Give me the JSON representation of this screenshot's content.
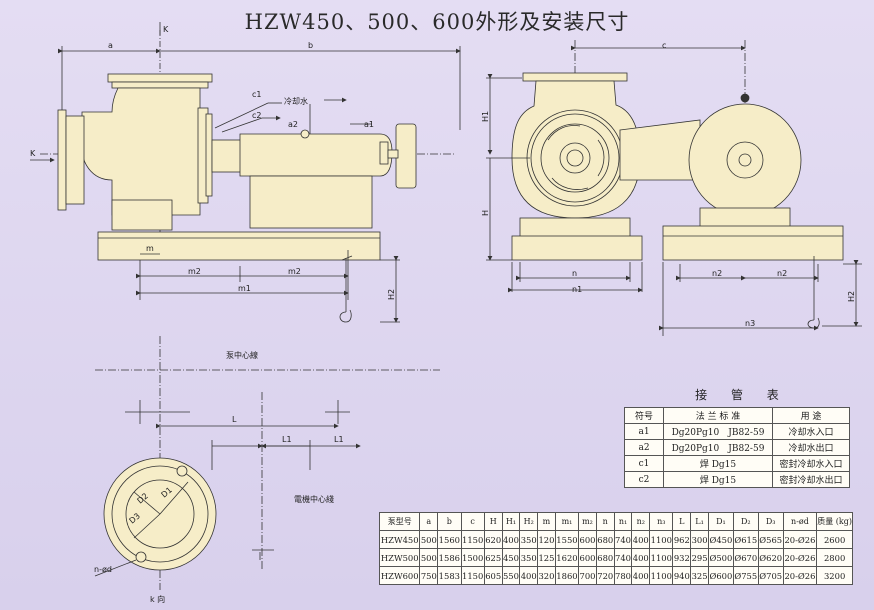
{
  "title": "HZW450、500、600外形及安装尺寸",
  "labels": {
    "a": "a",
    "b": "b",
    "c": "c",
    "k_top": "K",
    "k_left": "K",
    "c1": "c1",
    "c2": "c2",
    "a2": "a2",
    "a1": "a1",
    "cooling_water": "冷却水",
    "m": "m",
    "m1": "m1",
    "m2": "m2",
    "H2": "H2",
    "H1": "H1",
    "H": "H",
    "n": "n",
    "n1": "n1",
    "n2": "n2",
    "n3": "n3",
    "pump_center": "泵中心線",
    "motor_center": "電機中心綫",
    "L": "L",
    "L1": "L1",
    "D1": "D1",
    "D2": "D2",
    "D3": "D3",
    "n_od": "n-ød",
    "k_view": "k 向"
  },
  "pipe_table": {
    "title": "接 管 表",
    "headers": [
      "符号",
      "法 兰 标 准",
      "用 途"
    ],
    "rows": [
      [
        "a1",
        "Dg20Pg10　JB82-59",
        "冷却水入口"
      ],
      [
        "a2",
        "Dg20Pg10　JB82-59",
        "冷却水出口"
      ],
      [
        "c1",
        "焊 Dg15",
        "密封冷却水入口"
      ],
      [
        "c2",
        "焊 Dg15",
        "密封冷却水出口"
      ]
    ]
  },
  "dim_table": {
    "headers": [
      "泵型号",
      "a",
      "b",
      "c",
      "H",
      "H₁",
      "H₂",
      "m",
      "m₁",
      "m₂",
      "n",
      "n₁",
      "n₂",
      "n₃",
      "L",
      "L₁",
      "D₁",
      "D₂",
      "D₃",
      "n-ød",
      "质量 (kg)"
    ],
    "rows": [
      [
        "HZW450",
        "500",
        "1560",
        "1150",
        "620",
        "400",
        "350",
        "120",
        "1550",
        "600",
        "680",
        "740",
        "400",
        "1100",
        "962",
        "300",
        "Ø450",
        "Ø615",
        "Ø565",
        "20-Ø26",
        "2600"
      ],
      [
        "HZW500",
        "500",
        "1586",
        "1500",
        "625",
        "450",
        "350",
        "125",
        "1620",
        "600",
        "680",
        "740",
        "400",
        "1100",
        "932",
        "295",
        "Ø500",
        "Ø670",
        "Ø620",
        "20-Ø26",
        "2800"
      ],
      [
        "HZW600",
        "750",
        "1583",
        "1150",
        "605",
        "550",
        "400",
        "320",
        "1860",
        "700",
        "720",
        "780",
        "400",
        "1100",
        "940",
        "325",
        "Ø600",
        "Ø755",
        "Ø705",
        "20-Ø26",
        "3200"
      ]
    ]
  },
  "colors": {
    "body_fill": "#f6edc8",
    "line": "#333333",
    "background": "#ddd6ee"
  }
}
